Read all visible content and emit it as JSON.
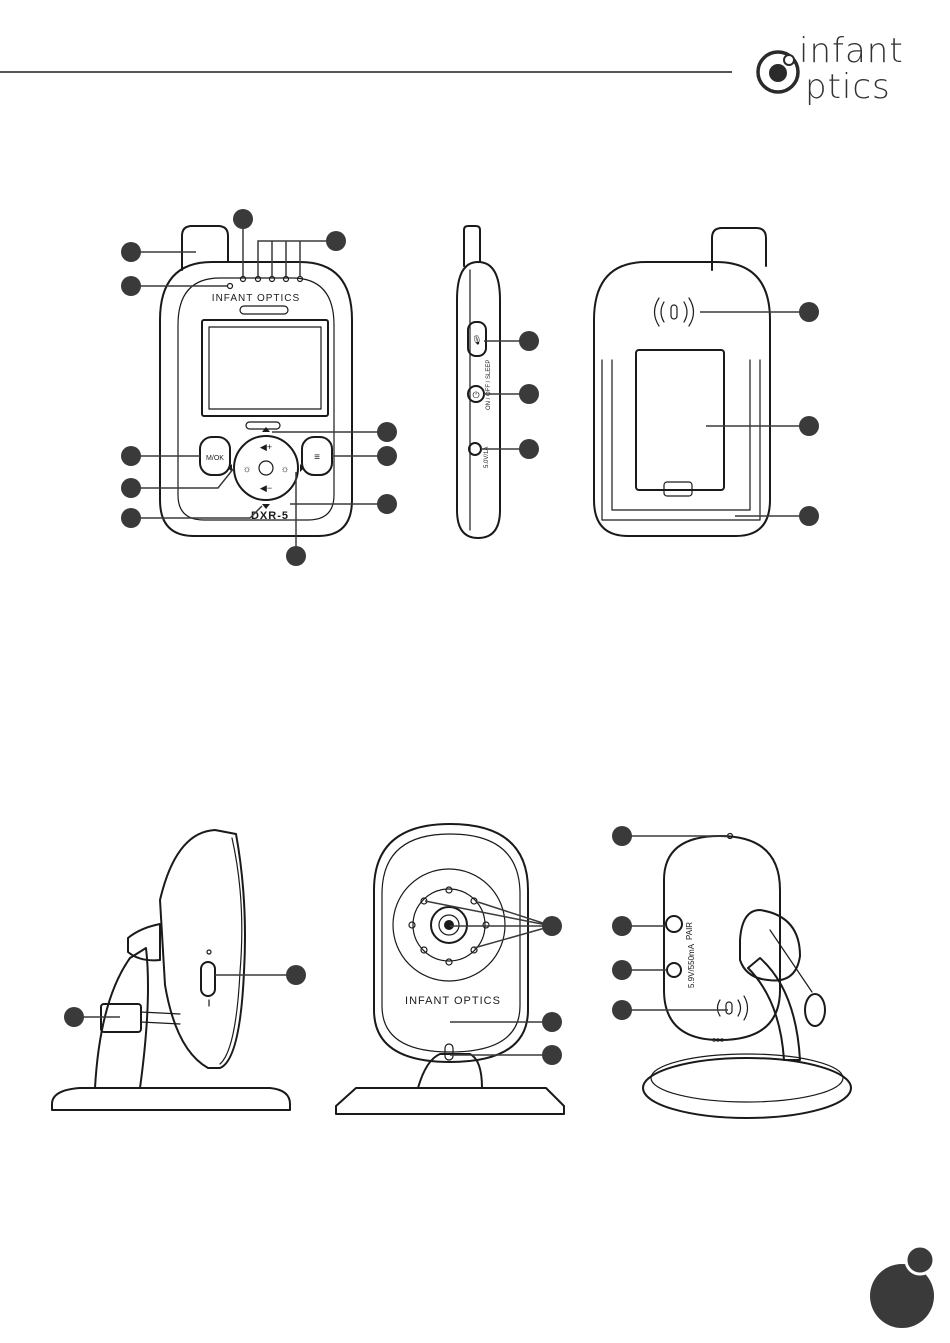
{
  "header": {
    "logo_top": "infant",
    "logo_bottom": "ptics"
  },
  "monitor": {
    "brand": "INFANT OPTICS",
    "model": "DXR-5",
    "mode_button": "M/OK",
    "side_label_power": "ON / OFF / SLEEP",
    "side_label_dc": "5.0V/1A"
  },
  "camera": {
    "brand": "INFANT OPTICS",
    "pair_label": "PAIR",
    "power_label": "5.9V/550mA"
  },
  "page": {
    "number": ""
  }
}
